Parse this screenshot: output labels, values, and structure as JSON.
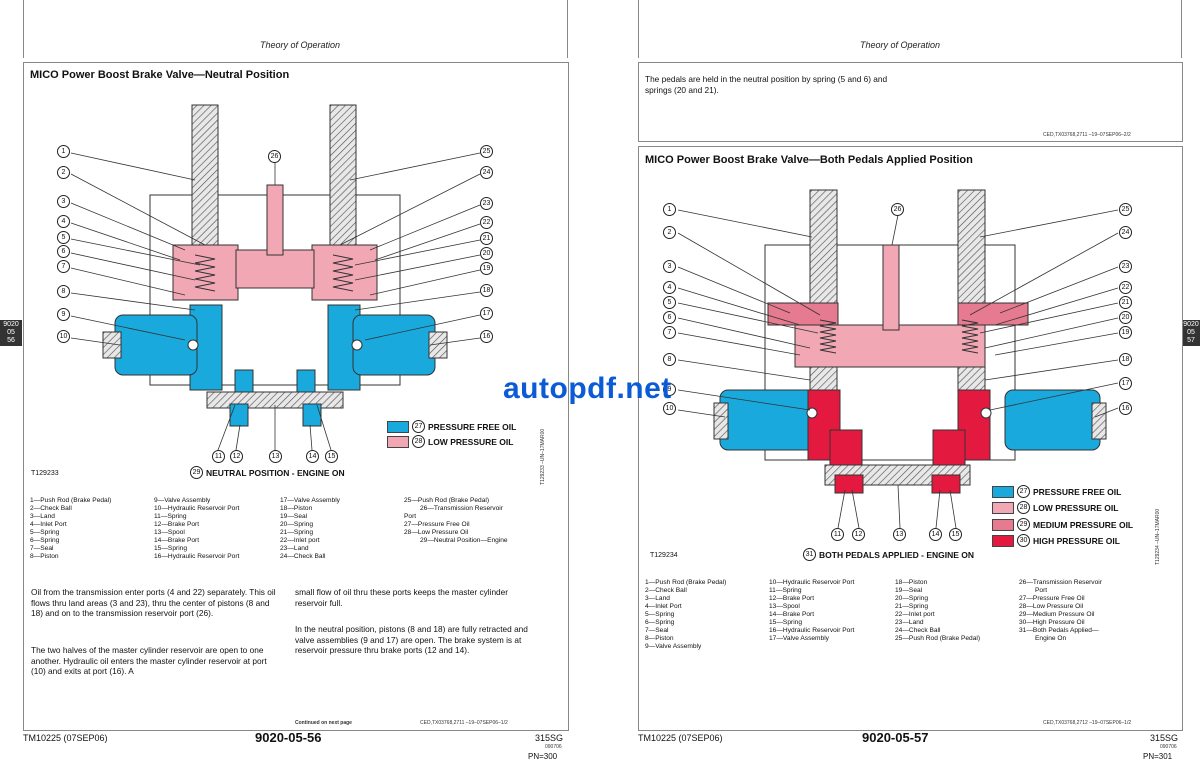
{
  "header": {
    "left_title": "Theory of Operation",
    "right_title": "Theory of Operation"
  },
  "left": {
    "section_title": "MICO Power Boost Brake Valve—Neutral Position",
    "tab": [
      "9020",
      "05",
      "56"
    ],
    "figure_id": "T129233",
    "vertical_id": "T129233 –UN–17MAR00",
    "caption_num": "29",
    "caption": "NEUTRAL POSITION - ENGINE ON",
    "legend_items": [
      {
        "num": "27",
        "label": "PRESSURE FREE OIL",
        "color": "#19a9dd"
      },
      {
        "num": "28",
        "label": "LOW PRESSURE OIL",
        "color": "#f2a7b4"
      }
    ],
    "callouts_left": [
      "1",
      "2",
      "3",
      "4",
      "5",
      "6",
      "7",
      "8",
      "9",
      "10"
    ],
    "callouts_right": [
      "25",
      "24",
      "23",
      "22",
      "21",
      "20",
      "19",
      "18",
      "17",
      "16"
    ],
    "callouts_bottom": [
      "11",
      "12",
      "13",
      "14",
      "15"
    ],
    "callout_top": "26",
    "parts": [
      [
        "1—Push Rod (Brake Pedal)",
        "2—Check Ball",
        "3—Land",
        "4—Inlet Port",
        "5—Spring",
        "6—Spring",
        "7—Seal",
        "8—Piston"
      ],
      [
        "9—Valve Assembly",
        "10—Hydraulic Reservoir Port",
        "11—Spring",
        "12—Brake Port",
        "13—Spool",
        "14—Brake Port",
        "15—Spring",
        "16—Hydraulic Reservoir Port"
      ],
      [
        "17—Valve Assembly",
        "18—Piston",
        "19—Seal",
        "20—Spring",
        "21—Spring",
        "22—Inlet port",
        "23—Land",
        "24—Check Ball"
      ],
      [
        "25—Push Rod (Brake Pedal)",
        "26—Transmission Reservoir",
        "Port",
        "27—Pressure Free Oil",
        "28—Low Pressure Oil",
        "29—Neutral Position—Engine",
        "On"
      ]
    ],
    "para1": "Oil from the transmission enter ports (4 and 22) separately. This oil flows thru land areas (3 and 23), thru the center of pistons (8 and 18) and on to the transmission reservoir port (26).",
    "para2": "The two halves of the master cylinder reservoir are open to one another. Hydraulic oil enters the master cylinder reservoir at port (10) and exits at port (16). A",
    "para3": "small flow of oil thru these ports keeps the master cylinder reservoir full.",
    "para4": "In the neutral position, pistons (8 and 18) are fully retracted and valve assemblies (9 and 17) are open. The brake system is at reservoir pressure thru brake ports (12 and 14).",
    "continued": "Continued on next page",
    "ced": "CED,TX03768,2711   –19–07SEP06–1/2",
    "footer_left": "TM10225 (07SEP06)",
    "page": "9020-05-56"
  },
  "right": {
    "intro": "The pedals are held in the neutral position by spring (5 and 6) and springs (20 and 21).",
    "ced_top": "CED,TX03768,2711   –19–07SEP06–2/2",
    "section_title": "MICO Power Boost Brake Valve—Both Pedals Applied Position",
    "tab": [
      "9020",
      "05",
      "57"
    ],
    "figure_id": "T129234",
    "vertical_id": "T129234 –UN–17MAR00",
    "caption_num": "31",
    "caption": "BOTH PEDALS APPLIED - ENGINE ON",
    "legend_items": [
      {
        "num": "27",
        "label": "PRESSURE FREE OIL",
        "color": "#19a9dd"
      },
      {
        "num": "28",
        "label": "LOW PRESSURE OIL",
        "color": "#f2a7b4"
      },
      {
        "num": "29",
        "label": "MEDIUM PRESSURE OIL",
        "color": "#e67a8e"
      },
      {
        "num": "30",
        "label": "HIGH PRESSURE OIL",
        "color": "#e4193f"
      }
    ],
    "callouts_left": [
      "1",
      "2",
      "3",
      "4",
      "5",
      "6",
      "7",
      "8",
      "9",
      "10"
    ],
    "callouts_right": [
      "25",
      "24",
      "23",
      "22",
      "21",
      "20",
      "19",
      "18",
      "17",
      "16"
    ],
    "callouts_bottom": [
      "11",
      "12",
      "13",
      "14",
      "15"
    ],
    "callout_top": "26",
    "parts": [
      [
        "1—Push Rod (Brake Pedal)",
        "2—Check Ball",
        "3—Land",
        "4—Inlet Port",
        "5—Spring",
        "6—Spring",
        "7—Seal",
        "8—Piston",
        "9—Valve Assembly"
      ],
      [
        "10—Hydraulic Reservoir Port",
        "11—Spring",
        "12—Brake Port",
        "13—Spool",
        "14—Brake Port",
        "15—Spring",
        "16—Hydraulic Reservoir Port",
        "17—Valve Assembly"
      ],
      [
        "18—Piston",
        "19—Seal",
        "20—Spring",
        "21—Spring",
        "22—Inlet port",
        "23—Land",
        "24—Check Ball",
        "25—Push Rod (Brake Pedal)"
      ],
      [
        "26—Transmission Reservoir",
        "Port",
        "27—Pressure Free Oil",
        "28—Low Pressure Oil",
        "29—Medium Pressure Oil",
        "30—High Pressure Oil",
        "31—Both Pedals Applied—",
        "Engine On"
      ]
    ],
    "ced": "CED,TX03768,2712   –19–07SEP06–1/2",
    "footer_left": "TM10225 (07SEP06)",
    "page": "9020-05-57",
    "footer_right": "315SG",
    "footer_small": "090706",
    "pn": "PN=301"
  },
  "left_footer_right": "315SG",
  "left_footer_small": "090706",
  "left_pn": "PN=300",
  "watermark": "autopdf.net"
}
